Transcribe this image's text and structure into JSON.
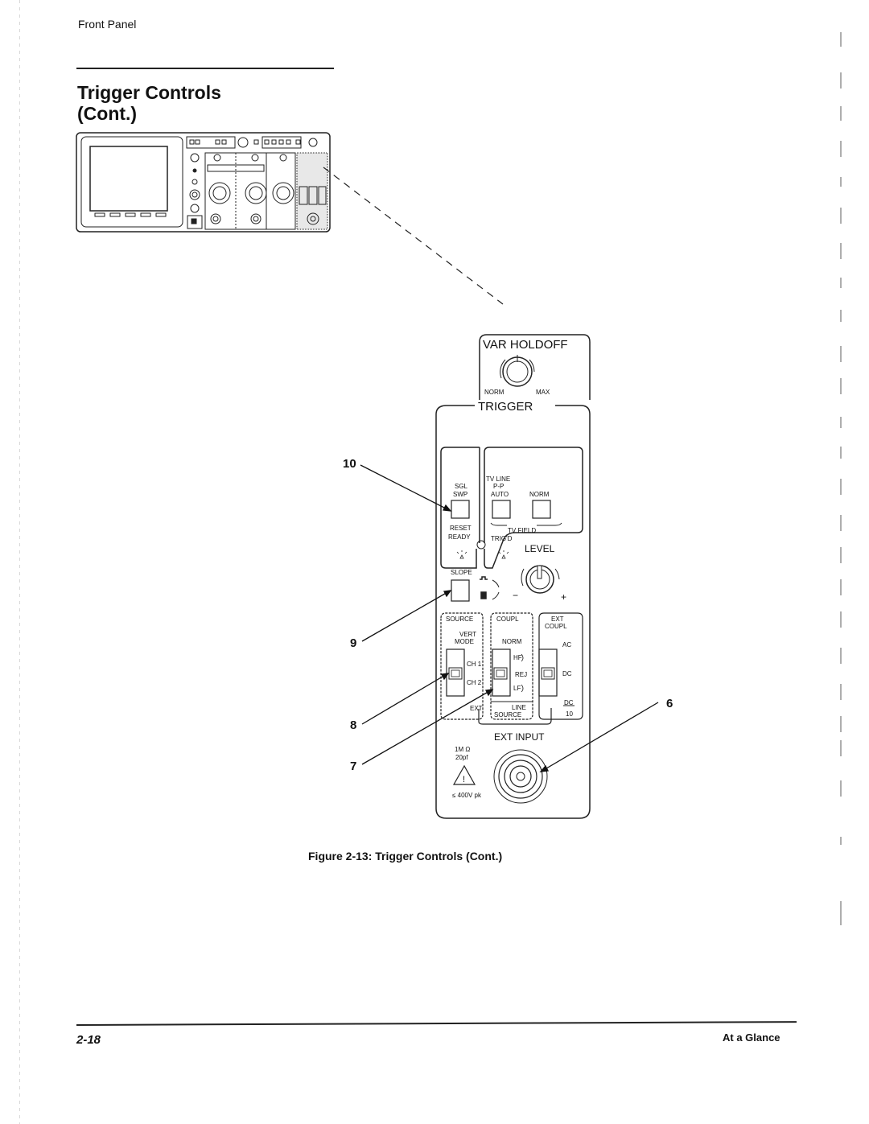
{
  "page": {
    "running_head": "Front Panel",
    "title_line1": "Trigger Controls",
    "title_line2": "(Cont.)",
    "figure_caption": "Figure 2-13:  Trigger Controls (Cont.)",
    "page_number": "2-18",
    "section_name": "At a Glance"
  },
  "panel": {
    "var_holdoff": {
      "label": "VAR HOLDOFF",
      "min_label": "NORM",
      "max_label": "MAX"
    },
    "trigger_label": "TRIGGER",
    "sgl_swp": {
      "label_top1": "SGL",
      "label_top2": "SWP",
      "label_bottom1": "RESET",
      "label_bottom2": "READY"
    },
    "mode_auto": {
      "label1": "TV LINE",
      "label2": "P-P",
      "label3": "AUTO"
    },
    "mode_norm": {
      "label": "NORM"
    },
    "tv_field_label": "TV FIELD",
    "trigd_label": "TRIG'D",
    "level": {
      "label": "LEVEL",
      "minus": "−",
      "plus": "+"
    },
    "slope": {
      "label": "SLOPE"
    },
    "source": {
      "title": "SOURCE",
      "vert1": "VERT",
      "vert2": "MODE",
      "ch1": "CH 1",
      "ch2": "CH 2",
      "ext": "EXT"
    },
    "coupl": {
      "title": "COUPL",
      "norm": "NORM",
      "hf": "HF",
      "rej": "REJ",
      "lf": "LF",
      "line1": "LINE",
      "line2": "SOURCE"
    },
    "ext_coupl": {
      "title1": "EXT",
      "title2": "COUPL",
      "ac": "AC",
      "dc": "DC",
      "dc10_top": "DC",
      "dc10_bottom": "10"
    },
    "ext_input": {
      "label": "EXT INPUT",
      "impedance": "1M Ω",
      "capacitance": "20pf",
      "warning_symbol": "!",
      "max_voltage": "≤  400V pk"
    }
  },
  "callouts": [
    {
      "number": "10",
      "target": "SGL SWP button"
    },
    {
      "number": "9",
      "target": "SLOPE button"
    },
    {
      "number": "8",
      "target": "SOURCE switch"
    },
    {
      "number": "7",
      "target": "COUPL switch"
    },
    {
      "number": "6",
      "target": "EXT INPUT connector"
    }
  ]
}
